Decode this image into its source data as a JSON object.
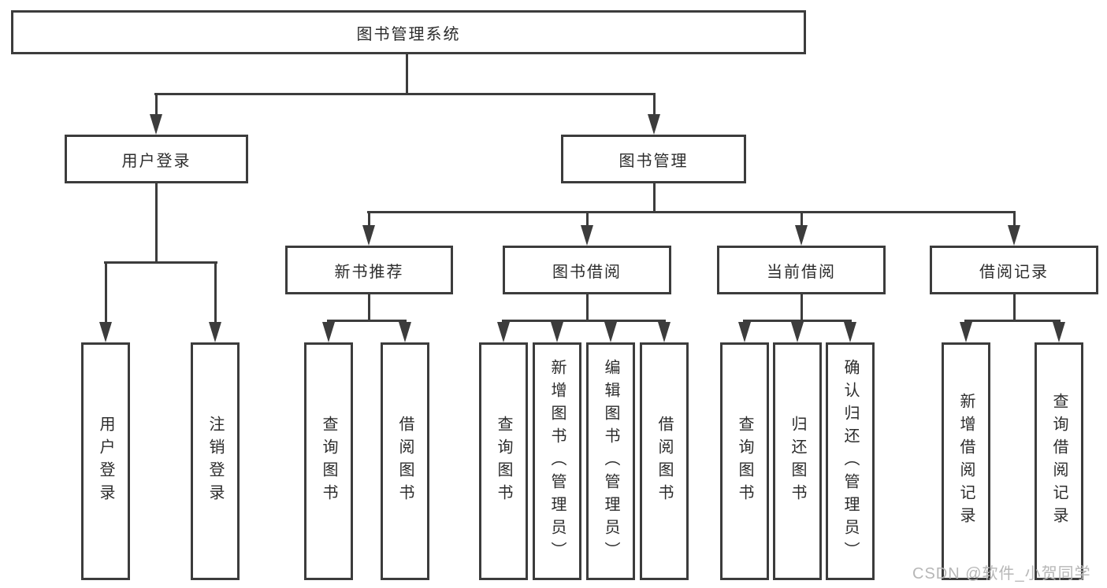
{
  "nodes": {
    "root": "图书管理系统",
    "user_login": "用户登录",
    "book_mgmt": "图书管理",
    "new_book": "新书推荐",
    "book_borrow": "图书借阅",
    "current_borrow": "当前借阅",
    "borrow_record": "借阅记录",
    "leaves": {
      "user_login": [
        "用户登录",
        "注销登录"
      ],
      "new_book": [
        "查询图书",
        "借阅图书"
      ],
      "book_borrow": [
        "查询图书",
        "新增图书（管理员）",
        "编辑图书（管理员）",
        "借阅图书"
      ],
      "current_borrow": [
        "查询图书",
        "归还图书",
        "确认归还（管理员）"
      ],
      "borrow_record": [
        "新增借阅记录",
        "查询借阅记录"
      ]
    }
  },
  "watermark": "CSDN @软件_小贺同学",
  "colors": {
    "line": "#3c3c3c",
    "text": "#2c2c2c",
    "watermark": "#b7b7b7",
    "background": "#ffffff"
  }
}
